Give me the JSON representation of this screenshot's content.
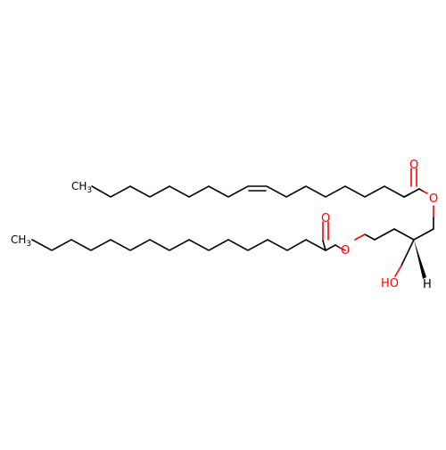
{
  "molecule": {
    "atom_labels": {
      "ch3_top": "CH3",
      "ch3_bottom": "CH3",
      "o_carbonyl_top": "O",
      "o_ester_top": "O",
      "o_carbonyl_bottom": "O",
      "o_ester_bottom": "O",
      "hydroxyl": "HO",
      "stereo_h": "H"
    },
    "colors": {
      "bond": "#000000",
      "oxygen": "#ff0000",
      "background": "#ffffff"
    }
  }
}
